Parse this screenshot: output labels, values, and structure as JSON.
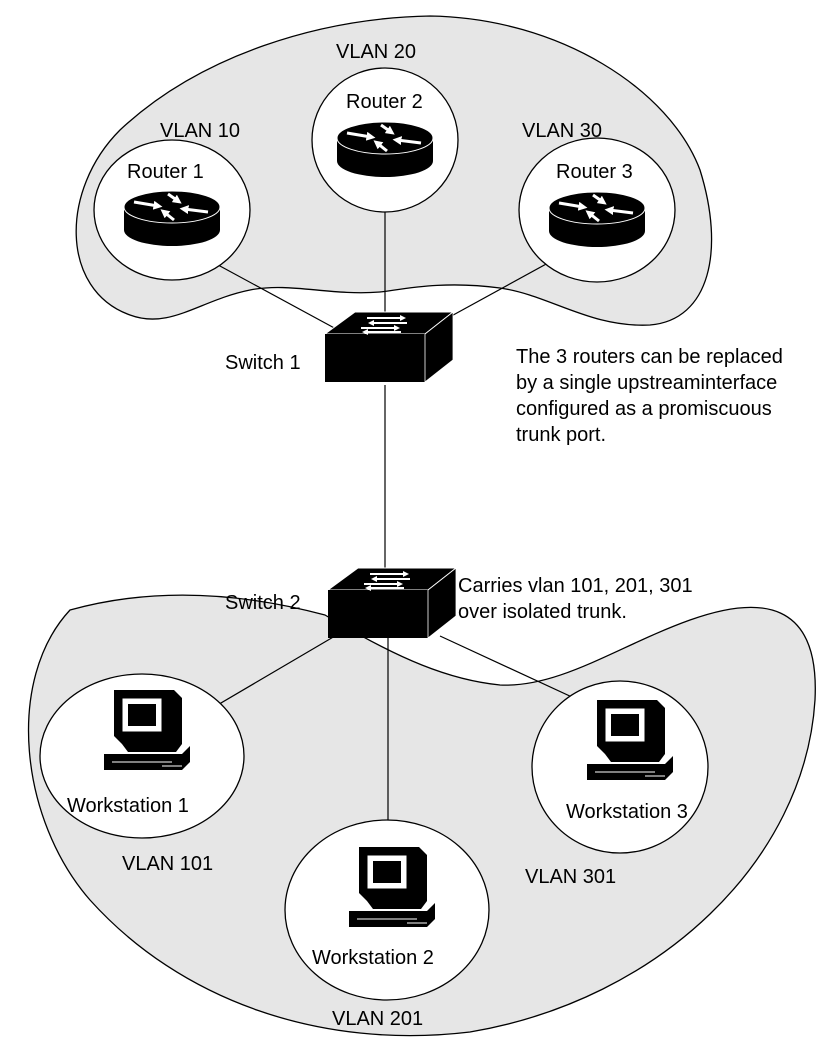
{
  "vlans": {
    "v10": "VLAN 10",
    "v20": "VLAN 20",
    "v30": "VLAN 30",
    "v101": "VLAN 101",
    "v201": "VLAN 201",
    "v301": "VLAN 301"
  },
  "routers": {
    "r1": "Router 1",
    "r2": "Router 2",
    "r3": "Router 3"
  },
  "switches": {
    "s1": "Switch 1",
    "s2": "Switch 2"
  },
  "workstations": {
    "w1": "Workstation 1",
    "w2": "Workstation 2",
    "w3": "Workstation 3"
  },
  "notes": {
    "promiscuous": [
      "The 3 routers can be replaced",
      "by a single upstreaminterface",
      "configured as a promiscuous",
      "trunk port."
    ],
    "isolated": [
      "Carries vlan 101, 201, 301",
      "over isolated trunk."
    ]
  },
  "colors": {
    "region_fill": "#e6e6e6",
    "device_fill": "#000000",
    "stroke": "#000000",
    "circle_fill": "#ffffff"
  }
}
